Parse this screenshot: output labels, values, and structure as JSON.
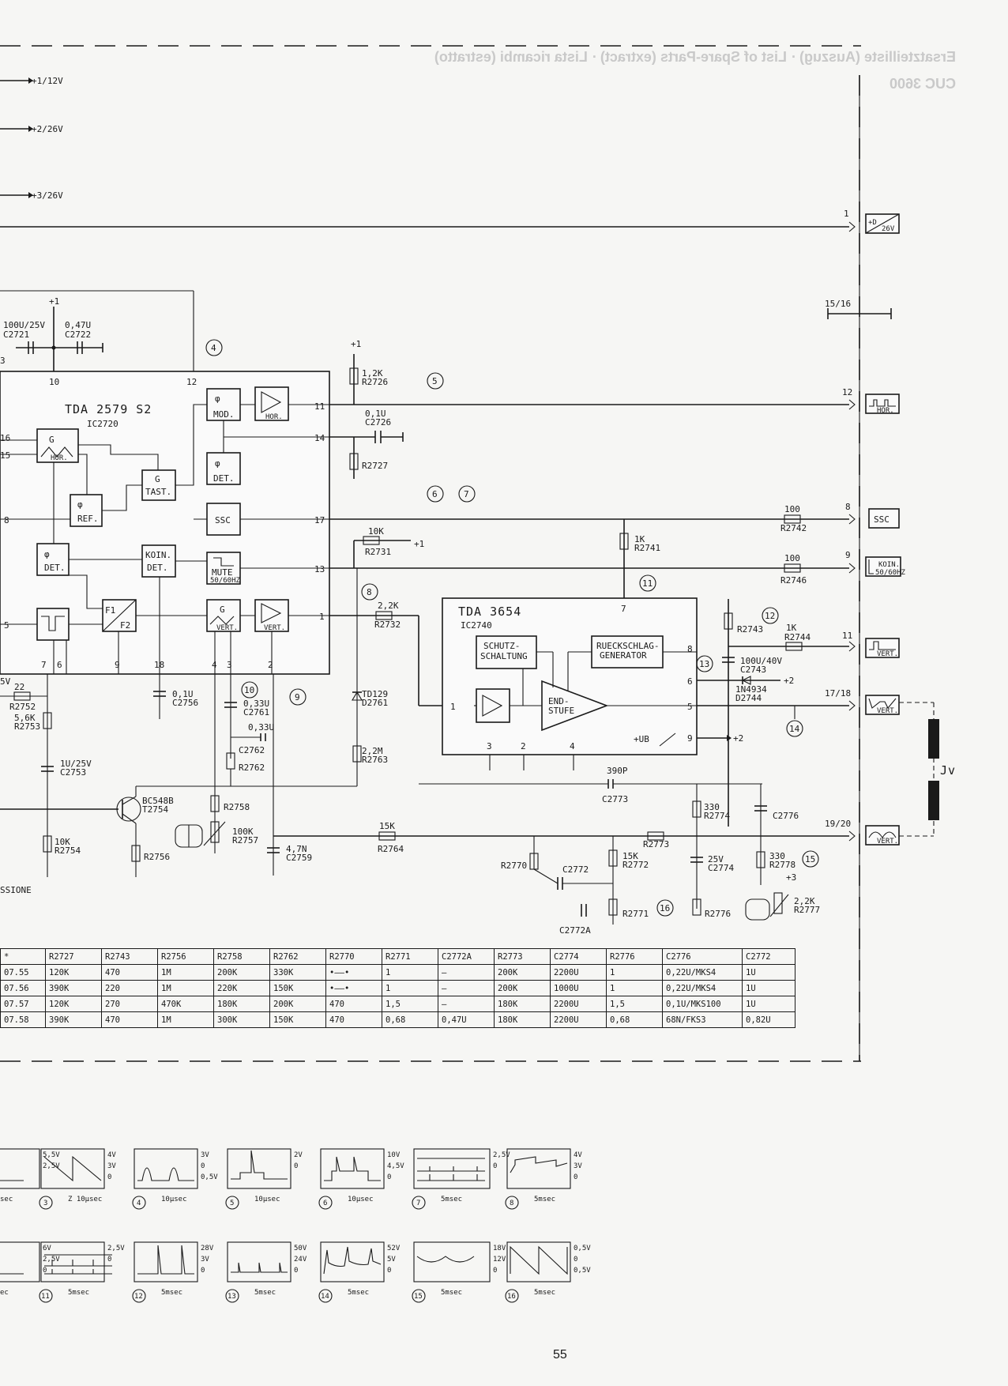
{
  "header": {
    "mirrored_title": "Ersatzteilliste (Auszug) · List of Spare-Parts (extract) · Lista ricambi (estratto)",
    "mirrored_model": "CUC 3600"
  },
  "rails": [
    "+1/12V",
    "+2/26V",
    "+3/26V"
  ],
  "ics": {
    "tda2579": {
      "name": "TDA 2579 S2",
      "ref": "IC2720"
    },
    "tda3654": {
      "name": "TDA 3654",
      "ref": "IC2740"
    }
  },
  "blocks": {
    "g_hor": "G",
    "hor_sub": "HOR.",
    "g_tast": "G",
    "tast": "TAST.",
    "phi1_ref": "REF.",
    "phi1_det": "DET.",
    "koin": "KOIN.",
    "koin_det": "DET.",
    "phi2_mod": "MOD.",
    "phi2_det": "DET.",
    "ssc": "SSC",
    "mute": "MUTE",
    "mute_sub": "50/60HZ",
    "g_vert": "G",
    "vert_sub": "VERT.",
    "hor_amp": "HOR.",
    "vert_amp": "VERT.",
    "f1": "F1",
    "f2": "F2",
    "phi_sym": "φ",
    "schutz1": "SCHUTZ-",
    "schutz2": "SCHALTUNG",
    "rueck1": "RUECKSCHLAG-",
    "rueck2": "GENERATOR",
    "end1": "END-",
    "end2": "STUFE",
    "ub": "+UB"
  },
  "components": {
    "c2721": "100U/25V",
    "c2721r": "C2721",
    "c2722": "0,47U",
    "c2722r": "C2722",
    "r2726": "1,2K",
    "r2726r": "R2726",
    "c2726": "0,1U",
    "c2726r": "C2726",
    "r2727r": "R2727",
    "r2731": "10K",
    "r2731r": "R2731",
    "r2732": "2,2K",
    "r2732r": "R2732",
    "r2741": "1K",
    "r2741r": "R2741",
    "r2742": "100",
    "r2742r": "R2742",
    "r2746": "100",
    "r2746r": "R2746",
    "r2743r": "R2743",
    "r2744": "1K",
    "r2744r": "R2744",
    "c2743": "100U/40V",
    "c2743r": "C2743",
    "d2744": "1N4934",
    "d2744r": "D2744",
    "d2761": "TD129",
    "d2761r": "D2761",
    "r2763": "2,2M",
    "r2763r": "R2763",
    "c2756": "0,1U",
    "c2756r": "C2756",
    "c2761": "0,33U",
    "c2761r": "C2761",
    "c2762": "0,33U",
    "c2762r": "C2762",
    "r2762r": "R2762",
    "r2752": "22",
    "r2752r": "R2752",
    "r2753": "5,6K",
    "r2753r": "R2753",
    "c2753": "1U/25V",
    "c2753r": "C2753",
    "t2754": "BC548B",
    "t2754r": "T2754",
    "r2754": "10K",
    "r2754r": "R2754",
    "r2756r": "R2756",
    "r2758r": "R2758",
    "r2757": "100K",
    "r2757r": "R2757",
    "c2759": "4,7N",
    "c2759r": "C2759",
    "r2764": "15K",
    "r2764r": "R2764",
    "c2773": "390P",
    "c2773r": "C2773",
    "r2774": "330",
    "r2774r": "R2774",
    "c2776r": "C2776",
    "r2773r": "R2773",
    "r2770r": "R2770",
    "c2772r": "C2772",
    "c2772ar": "C2772A",
    "r2772": "15K",
    "r2772r": "R2772",
    "r2771r": "R2771",
    "c2774": "25V",
    "c2774r": "C2774",
    "r2776r": "R2776",
    "r2778": "330",
    "r2778r": "R2778",
    "r2777": "2,2K",
    "r2777r": "R2777",
    "plus1": "+1",
    "plus2": "+2",
    "plus3": "+3",
    "v5": "5V",
    "star": "*",
    "jv": "Jv",
    "note": "SSIONE"
  },
  "pins": {
    "p16": "16",
    "p15": "15",
    "p8": "8",
    "p5": "5",
    "p3": "3",
    "p10": "10",
    "p12": "12",
    "p7": "7",
    "p6": "6",
    "p9": "9",
    "p18": "18",
    "p4": "4",
    "p2": "2",
    "p11": "11",
    "p14": "14",
    "p17": "17",
    "p13": "13",
    "p1": "1",
    "q8": "8",
    "q7": "7",
    "q6": "6",
    "q5": "5",
    "q9": "9",
    "q1": "1",
    "q3": "3",
    "q2": "2",
    "q4": "4"
  },
  "connectors": [
    {
      "pin": "1",
      "label": "+D"
    },
    {
      "pin": "15/16",
      "label": ""
    },
    {
      "pin": "12",
      "label": "HOR."
    },
    {
      "pin": "8",
      "label": "SSC"
    },
    {
      "pin": "9",
      "label": "KOIN."
    },
    {
      "pin": "11",
      "label": "VERT."
    },
    {
      "pin": "17/18",
      "label": "VERT."
    },
    {
      "pin": "19/20",
      "label": "VERT."
    }
  ],
  "conn_extra": {
    "v26": "26V",
    "koin_sub": "50/60HZ"
  },
  "markers": [
    "4",
    "5",
    "6",
    "7",
    "8",
    "9",
    "10",
    "11",
    "12",
    "13",
    "14",
    "15",
    "16"
  ],
  "table": {
    "headers": [
      "*",
      "R2727",
      "R2743",
      "R2756",
      "R2758",
      "R2762",
      "R2770",
      "R2771",
      "C2772A",
      "R2773",
      "C2774",
      "R2776",
      "C2776",
      "C2772"
    ],
    "rows": [
      [
        "07.55",
        "120K",
        "470",
        "1M",
        "200K",
        "330K",
        "•——•",
        "1",
        "—",
        "200K",
        "2200U",
        "1",
        "0,22U/MKS4",
        "1U"
      ],
      [
        "07.56",
        "390K",
        "220",
        "1M",
        "220K",
        "150K",
        "•——•",
        "1",
        "—",
        "200K",
        "1000U",
        "1",
        "0,22U/MKS4",
        "1U"
      ],
      [
        "07.57",
        "120K",
        "270",
        "470K",
        "180K",
        "200K",
        "470",
        "1,5",
        "—",
        "180K",
        "2200U",
        "1,5",
        "0,1U/MKS100",
        "1U"
      ],
      [
        "07.58",
        "390K",
        "470",
        "1M",
        "300K",
        "150K",
        "470",
        "0,68",
        "0,47U",
        "180K",
        "2200U",
        "0,68",
        "68N/FKS3",
        "0,82U"
      ]
    ]
  },
  "waveforms_row1": [
    {
      "id": "",
      "time": "sec",
      "levels": [
        "5,5V",
        "2,5V"
      ]
    },
    {
      "id": "3",
      "time": "Z 10µsec",
      "levels": [
        "4V",
        "3V",
        "0"
      ]
    },
    {
      "id": "4",
      "time": "10µsec",
      "levels": [
        "3V",
        "0",
        "0,5V"
      ]
    },
    {
      "id": "5",
      "time": "10µsec",
      "levels": [
        "2V",
        "0"
      ]
    },
    {
      "id": "6",
      "time": "10µsec",
      "levels": [
        "10V",
        "4,5V",
        "0"
      ]
    },
    {
      "id": "7",
      "time": "5msec",
      "levels": [
        "2,5V",
        "0"
      ]
    },
    {
      "id": "8",
      "time": "5msec",
      "levels": [
        "4V",
        "3V",
        "0"
      ]
    }
  ],
  "waveforms_row2": [
    {
      "id": "",
      "time": "ec",
      "levels": [
        "6V",
        "2,5V",
        "0"
      ]
    },
    {
      "id": "11",
      "time": "5msec",
      "levels": [
        "2,5V",
        "0"
      ]
    },
    {
      "id": "12",
      "time": "5msec",
      "levels": [
        "28V",
        "3V",
        "0"
      ]
    },
    {
      "id": "13",
      "time": "5msec",
      "levels": [
        "50V",
        "24V",
        "0"
      ]
    },
    {
      "id": "14",
      "time": "5msec",
      "levels": [
        "52V",
        "5V",
        "0"
      ]
    },
    {
      "id": "15",
      "time": "5msec",
      "levels": [
        "18V",
        "12V",
        "0"
      ]
    },
    {
      "id": "16",
      "time": "5msec",
      "levels": [
        "0,5V",
        "0",
        "0,5V"
      ]
    }
  ],
  "page_number": "55"
}
